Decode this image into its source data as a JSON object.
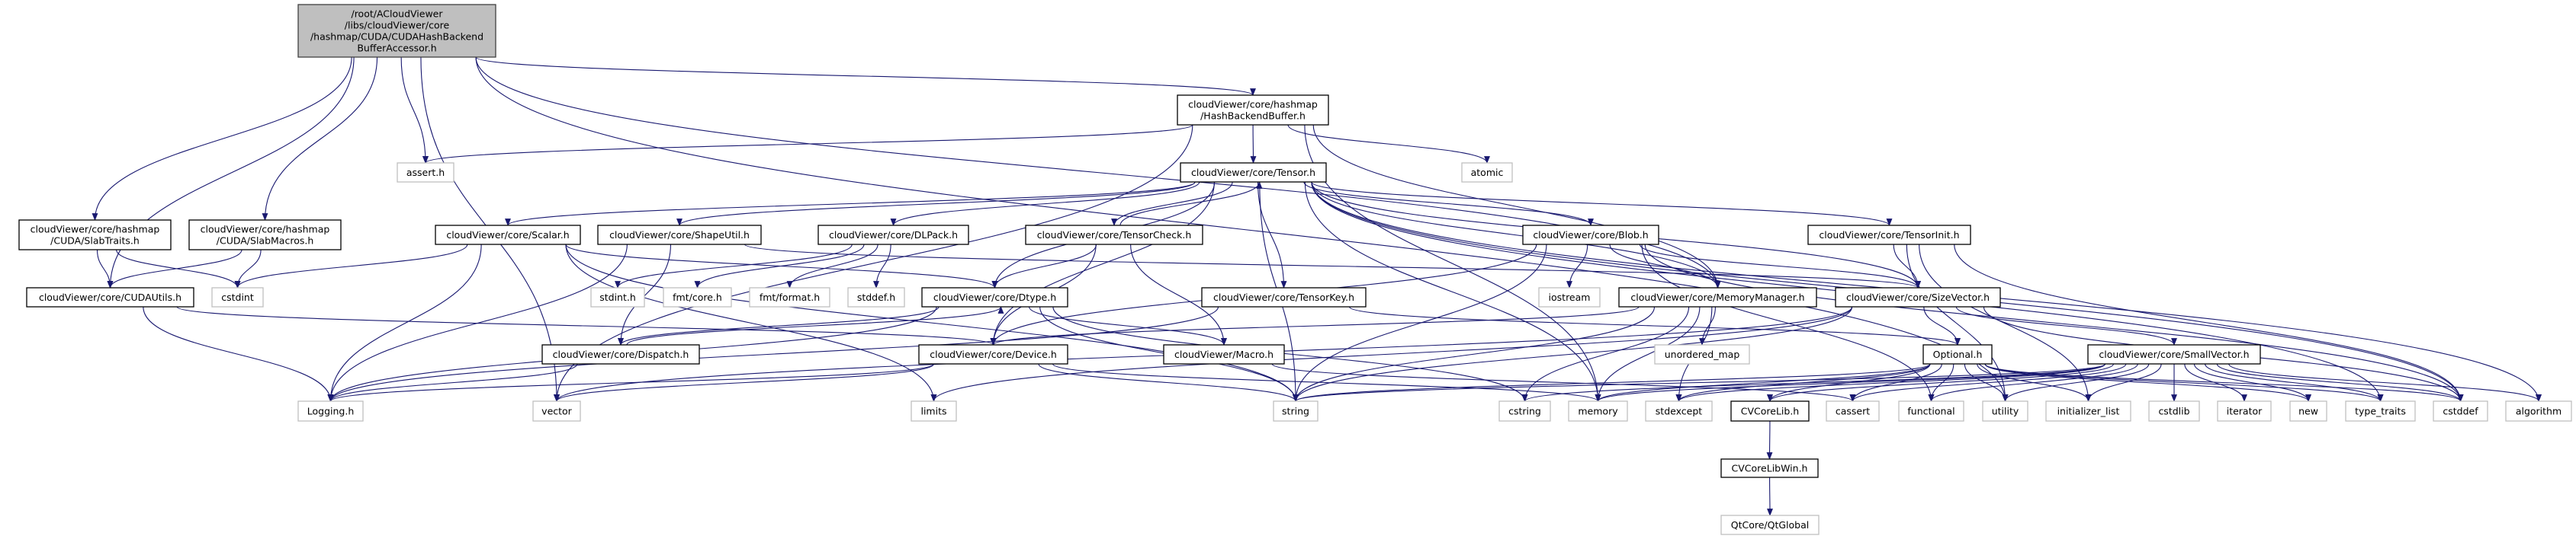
{
  "colors": {
    "edge": "#191970",
    "root_fill": "#bfbfbf",
    "internal_border": "#000000",
    "external_border": "#bfbfbf"
  },
  "nodes": [
    {
      "id": "root",
      "kind": "root",
      "lines": [
        "/root/ACloudViewer",
        "/libs/cloudViewer/core",
        "/hashmap/CUDA/CUDAHashBackend",
        "BufferAccessor.h"
      ]
    },
    {
      "id": "hbb",
      "kind": "int",
      "lines": [
        "cloudViewer/core/hashmap",
        "/HashBackendBuffer.h"
      ]
    },
    {
      "id": "tensor",
      "kind": "int",
      "lines": [
        "cloudViewer/core/Tensor.h"
      ]
    },
    {
      "id": "atomic",
      "kind": "ext",
      "lines": [
        "atomic"
      ]
    },
    {
      "id": "assert",
      "kind": "ext",
      "lines": [
        "assert.h"
      ]
    },
    {
      "id": "slabtraits",
      "kind": "int",
      "lines": [
        "cloudViewer/core/hashmap",
        "/CUDA/SlabTraits.h"
      ]
    },
    {
      "id": "slabmacros",
      "kind": "int",
      "lines": [
        "cloudViewer/core/hashmap",
        "/CUDA/SlabMacros.h"
      ]
    },
    {
      "id": "scalar",
      "kind": "int",
      "lines": [
        "cloudViewer/core/Scalar.h"
      ]
    },
    {
      "id": "shapeutil",
      "kind": "int",
      "lines": [
        "cloudViewer/core/ShapeUtil.h"
      ]
    },
    {
      "id": "dlpack",
      "kind": "int",
      "lines": [
        "cloudViewer/core/DLPack.h"
      ]
    },
    {
      "id": "tensorcheck",
      "kind": "int",
      "lines": [
        "cloudViewer/core/TensorCheck.h"
      ]
    },
    {
      "id": "blob",
      "kind": "int",
      "lines": [
        "cloudViewer/core/Blob.h"
      ]
    },
    {
      "id": "tensorinit",
      "kind": "int",
      "lines": [
        "cloudViewer/core/TensorInit.h"
      ]
    },
    {
      "id": "cudautils",
      "kind": "int",
      "lines": [
        "cloudViewer/core/CUDAUtils.h"
      ]
    },
    {
      "id": "cstdint",
      "kind": "ext",
      "lines": [
        "cstdint"
      ]
    },
    {
      "id": "stdinth",
      "kind": "ext",
      "lines": [
        "stdint.h"
      ]
    },
    {
      "id": "fmtcore",
      "kind": "ext",
      "lines": [
        "fmt/core.h"
      ]
    },
    {
      "id": "fmtformat",
      "kind": "ext",
      "lines": [
        "fmt/format.h"
      ]
    },
    {
      "id": "stddefh",
      "kind": "ext",
      "lines": [
        "stddef.h"
      ]
    },
    {
      "id": "dtype",
      "kind": "int",
      "lines": [
        "cloudViewer/core/Dtype.h"
      ]
    },
    {
      "id": "tensorkey",
      "kind": "int",
      "lines": [
        "cloudViewer/core/TensorKey.h"
      ]
    },
    {
      "id": "iostream",
      "kind": "ext",
      "lines": [
        "iostream"
      ]
    },
    {
      "id": "memmgr",
      "kind": "int",
      "lines": [
        "cloudViewer/core/MemoryManager.h"
      ]
    },
    {
      "id": "sizevector",
      "kind": "int",
      "lines": [
        "cloudViewer/core/SizeVector.h"
      ]
    },
    {
      "id": "dispatch",
      "kind": "int",
      "lines": [
        "cloudViewer/core/Dispatch.h"
      ]
    },
    {
      "id": "device",
      "kind": "int",
      "lines": [
        "cloudViewer/core/Device.h"
      ]
    },
    {
      "id": "macro",
      "kind": "int",
      "lines": [
        "cloudViewer/Macro.h"
      ]
    },
    {
      "id": "unordered_map",
      "kind": "ext",
      "lines": [
        "unordered_map"
      ]
    },
    {
      "id": "optional",
      "kind": "int",
      "lines": [
        "Optional.h"
      ]
    },
    {
      "id": "smallvector",
      "kind": "int",
      "lines": [
        "cloudViewer/core/SmallVector.h"
      ]
    },
    {
      "id": "logging",
      "kind": "ext",
      "lines": [
        "Logging.h"
      ]
    },
    {
      "id": "vector",
      "kind": "ext",
      "lines": [
        "vector"
      ]
    },
    {
      "id": "limits",
      "kind": "ext",
      "lines": [
        "limits"
      ]
    },
    {
      "id": "string",
      "kind": "ext",
      "lines": [
        "string"
      ]
    },
    {
      "id": "cstring",
      "kind": "ext",
      "lines": [
        "cstring"
      ]
    },
    {
      "id": "memory",
      "kind": "ext",
      "lines": [
        "memory"
      ]
    },
    {
      "id": "stdexcept",
      "kind": "ext",
      "lines": [
        "stdexcept"
      ]
    },
    {
      "id": "cvcorelib",
      "kind": "int",
      "lines": [
        "CVCoreLib.h"
      ]
    },
    {
      "id": "cassert",
      "kind": "ext",
      "lines": [
        "cassert"
      ]
    },
    {
      "id": "functional",
      "kind": "ext",
      "lines": [
        "functional"
      ]
    },
    {
      "id": "utility",
      "kind": "ext",
      "lines": [
        "utility"
      ]
    },
    {
      "id": "initializer_list",
      "kind": "ext",
      "lines": [
        "initializer_list"
      ]
    },
    {
      "id": "cstdlib",
      "kind": "ext",
      "lines": [
        "cstdlib"
      ]
    },
    {
      "id": "iterator",
      "kind": "ext",
      "lines": [
        "iterator"
      ]
    },
    {
      "id": "new",
      "kind": "ext",
      "lines": [
        "new"
      ]
    },
    {
      "id": "type_traits",
      "kind": "ext",
      "lines": [
        "type_traits"
      ]
    },
    {
      "id": "cstddef",
      "kind": "ext",
      "lines": [
        "cstddef"
      ]
    },
    {
      "id": "algorithm",
      "kind": "ext",
      "lines": [
        "algorithm"
      ]
    },
    {
      "id": "cvcorelibwin",
      "kind": "int",
      "lines": [
        "CVCoreLibWin.h"
      ]
    },
    {
      "id": "qtglobal",
      "kind": "ext",
      "lines": [
        "QtCore/QtGlobal"
      ]
    }
  ],
  "edges": [
    [
      "root",
      "hbb"
    ],
    [
      "root",
      "assert"
    ],
    [
      "root",
      "slabtraits"
    ],
    [
      "root",
      "slabmacros"
    ],
    [
      "root",
      "cudautils"
    ],
    [
      "root",
      "vector"
    ],
    [
      "root",
      "memmgr"
    ],
    [
      "root",
      "utility"
    ],
    [
      "slabtraits",
      "cudautils"
    ],
    [
      "slabtraits",
      "cstdint"
    ],
    [
      "slabmacros",
      "cudautils"
    ],
    [
      "slabmacros",
      "cstdint"
    ],
    [
      "cudautils",
      "logging"
    ],
    [
      "cudautils",
      "device"
    ],
    [
      "hbb",
      "tensor"
    ],
    [
      "hbb",
      "atomic"
    ],
    [
      "hbb",
      "assert"
    ],
    [
      "hbb",
      "memory"
    ],
    [
      "hbb",
      "memmgr"
    ],
    [
      "hbb",
      "vector"
    ],
    [
      "tensor",
      "scalar"
    ],
    [
      "tensor",
      "shapeutil"
    ],
    [
      "tensor",
      "dlpack"
    ],
    [
      "tensor",
      "tensorcheck"
    ],
    [
      "tensor",
      "dtype"
    ],
    [
      "tensor",
      "device"
    ],
    [
      "tensor",
      "tensorkey"
    ],
    [
      "tensor",
      "blob"
    ],
    [
      "tensor",
      "tensorinit"
    ],
    [
      "tensor",
      "sizevector"
    ],
    [
      "tensor",
      "memmgr"
    ],
    [
      "tensor",
      "string"
    ],
    [
      "tensor",
      "memory"
    ],
    [
      "tensor",
      "algorithm"
    ],
    [
      "tensor",
      "cstddef"
    ],
    [
      "tensor",
      "type_traits"
    ],
    [
      "tensorcheck",
      "tensor"
    ],
    [
      "tensorcheck",
      "dtype"
    ],
    [
      "tensorcheck",
      "device"
    ],
    [
      "tensorcheck",
      "macro"
    ],
    [
      "scalar",
      "cstdint"
    ],
    [
      "scalar",
      "logging"
    ],
    [
      "scalar",
      "dtype"
    ],
    [
      "scalar",
      "string"
    ],
    [
      "scalar",
      "limits"
    ],
    [
      "shapeutil",
      "logging"
    ],
    [
      "shapeutil",
      "dispatch"
    ],
    [
      "shapeutil",
      "sizevector"
    ],
    [
      "dlpack",
      "stdinth"
    ],
    [
      "dlpack",
      "stddefh"
    ],
    [
      "dlpack",
      "fmtcore"
    ],
    [
      "dlpack",
      "fmtformat"
    ],
    [
      "dtype",
      "dispatch"
    ],
    [
      "dtype",
      "logging"
    ],
    [
      "dtype",
      "macro"
    ],
    [
      "dtype",
      "string"
    ],
    [
      "dtype",
      "cstring"
    ],
    [
      "dispatch",
      "dtype"
    ],
    [
      "dispatch",
      "logging"
    ],
    [
      "tensorkey",
      "optional"
    ],
    [
      "tensorkey",
      "logging"
    ],
    [
      "blob",
      "device"
    ],
    [
      "blob",
      "memmgr"
    ],
    [
      "blob",
      "iostream"
    ],
    [
      "blob",
      "sizevector"
    ],
    [
      "blob",
      "string"
    ],
    [
      "blob",
      "functional"
    ],
    [
      "blob",
      "cstddef"
    ],
    [
      "memmgr",
      "device"
    ],
    [
      "memmgr",
      "unordered_map"
    ],
    [
      "memmgr",
      "cstring"
    ],
    [
      "memmgr",
      "memory"
    ],
    [
      "memmgr",
      "string"
    ],
    [
      "memmgr",
      "stdexcept"
    ],
    [
      "sizevector",
      "smallvector"
    ],
    [
      "sizevector",
      "optional"
    ],
    [
      "sizevector",
      "string"
    ],
    [
      "sizevector",
      "vector"
    ],
    [
      "sizevector",
      "cstddef"
    ],
    [
      "sizevector",
      "limits"
    ],
    [
      "optional",
      "cvcorelib"
    ],
    [
      "optional",
      "cassert"
    ],
    [
      "optional",
      "functional"
    ],
    [
      "optional",
      "utility"
    ],
    [
      "optional",
      "initializer_list"
    ],
    [
      "optional",
      "type_traits"
    ],
    [
      "optional",
      "string"
    ],
    [
      "optional",
      "stdexcept"
    ],
    [
      "optional",
      "memory"
    ],
    [
      "optional",
      "new"
    ],
    [
      "optional",
      "cstddef"
    ],
    [
      "smallvector",
      "cvcorelib"
    ],
    [
      "smallvector",
      "cassert"
    ],
    [
      "smallvector",
      "functional"
    ],
    [
      "smallvector",
      "utility"
    ],
    [
      "smallvector",
      "initializer_list"
    ],
    [
      "smallvector",
      "cstdlib"
    ],
    [
      "smallvector",
      "iterator"
    ],
    [
      "smallvector",
      "new"
    ],
    [
      "smallvector",
      "type_traits"
    ],
    [
      "smallvector",
      "cstddef"
    ],
    [
      "smallvector",
      "algorithm"
    ],
    [
      "smallvector",
      "memory"
    ],
    [
      "smallvector",
      "cstring"
    ],
    [
      "smallvector",
      "stdexcept"
    ],
    [
      "smallvector",
      "string"
    ],
    [
      "device",
      "string"
    ],
    [
      "device",
      "vector"
    ],
    [
      "device",
      "memory"
    ],
    [
      "device",
      "logging"
    ],
    [
      "macro",
      "cassert"
    ],
    [
      "tensorinit",
      "sizevector"
    ],
    [
      "tensorinit",
      "utility"
    ],
    [
      "tensorinit",
      "initializer_list"
    ],
    [
      "tensorinit",
      "cstddef"
    ],
    [
      "cvcorelib",
      "cvcorelibwin"
    ],
    [
      "cvcorelibwin",
      "qtglobal"
    ]
  ]
}
